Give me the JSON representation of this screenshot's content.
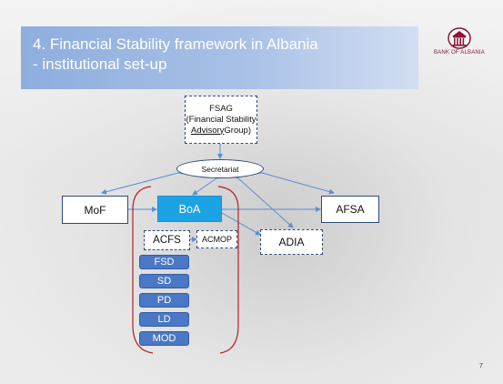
{
  "slide": {
    "title_line1": "4. Financial Stability framework in Albania",
    "title_line2": "- institutional set-up",
    "logo_text": "BANK OF ALBANIA",
    "page_number": "7"
  },
  "diagram": {
    "fsag_line1": "FSAG",
    "fsag_line2": "(Financial Stability",
    "fsag_line3_underlined": "Advisory",
    "fsag_line3_rest": "Group)",
    "secretariat": "Secretariat",
    "mof": "MoF",
    "boa": "BoA",
    "afsa": "AFSA",
    "adia": "ADIA",
    "acfs": "ACFS",
    "acmop": "ACMOP",
    "departments": [
      "FSD",
      "SD",
      "PD",
      "LD",
      "MOD"
    ]
  },
  "colors": {
    "title_band": "#a8c0e6",
    "boa_fill": "#1ca3e6",
    "department_fill": "#4a78c4",
    "bracket": "#b22222",
    "arrow": "#5a8fd0"
  }
}
